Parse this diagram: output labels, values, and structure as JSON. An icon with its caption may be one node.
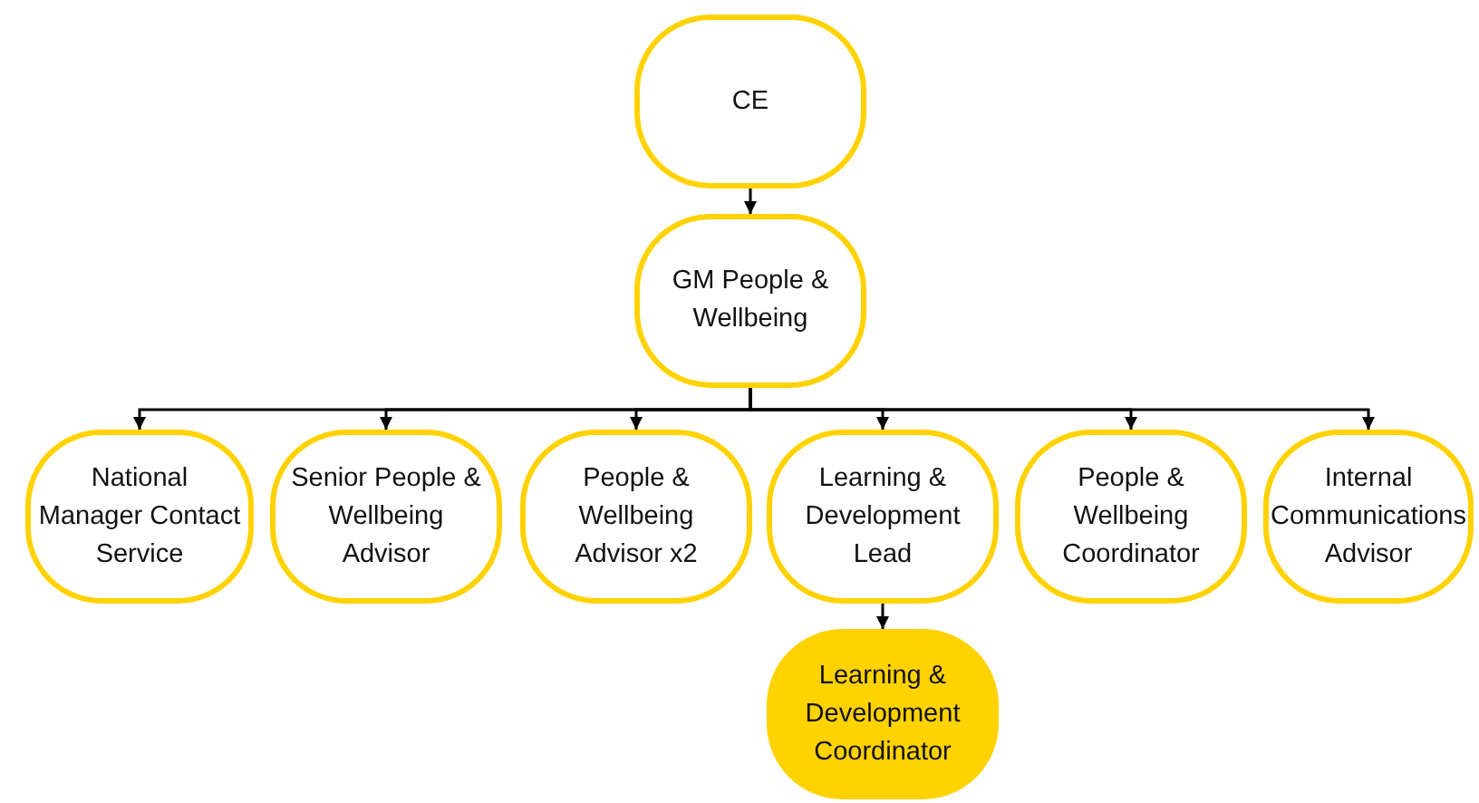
{
  "diagram": {
    "nodes": [
      {
        "text": [
          "CE"
        ]
      },
      {
        "text": [
          "GM People & Wellbeing"
        ]
      },
      {
        "text": [
          "National Manager Contact Service"
        ]
      },
      {
        "text": [
          "Senior People & Wellbeing Advisor"
        ]
      },
      {
        "text": [
          "People & Wellbeing Advisor x2"
        ]
      },
      {
        "text": [
          "Learning & Development Lead"
        ]
      },
      {
        "text": [
          "People & Wellbeing Coordinator"
        ]
      },
      {
        "text": [
          "Internal Communications Advisor"
        ]
      },
      {
        "text": [
          "Learning & Development Coordinator"
        ]
      }
    ],
    "edges": [
      {
        "from": 0,
        "to": 1,
        "arrow": "to"
      },
      {
        "from": 1,
        "to": 2,
        "arrow": "to"
      },
      {
        "from": 1,
        "to": 3,
        "arrow": "to"
      },
      {
        "from": 1,
        "to": 4,
        "arrow": "to"
      },
      {
        "from": 1,
        "to": 5,
        "arrow": "to"
      },
      {
        "from": 1,
        "to": 6,
        "arrow": "to"
      },
      {
        "from": 1,
        "to": 7,
        "arrow": "to"
      },
      {
        "from": 5,
        "to": 8,
        "arrow": "to"
      }
    ]
  }
}
